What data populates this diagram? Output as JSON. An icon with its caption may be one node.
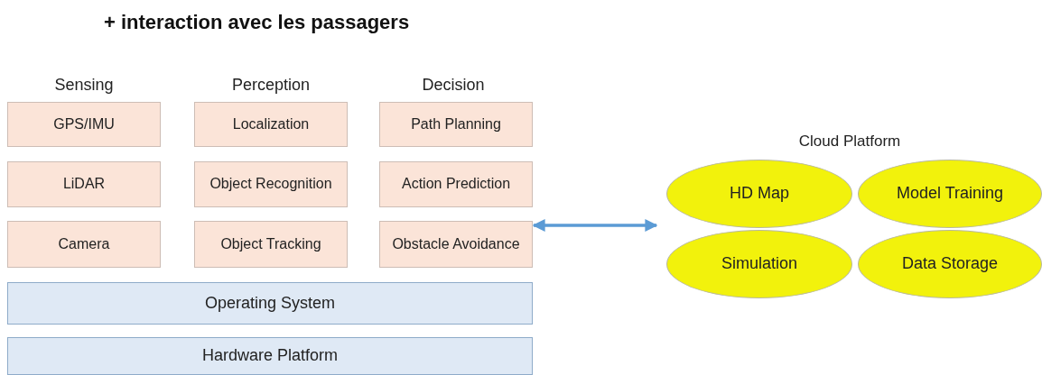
{
  "diagram": {
    "title": "+ interaction avec les passagers",
    "nodes": [
      {
        "text": [
          "GPS/IMU"
        ]
      },
      {
        "text": [
          "Localization"
        ]
      },
      {
        "text": [
          "Path Planning"
        ]
      },
      {
        "text": [
          "LiDAR"
        ]
      },
      {
        "text": [
          "Object Recognition"
        ]
      },
      {
        "text": [
          "Action Prediction"
        ]
      },
      {
        "text": [
          "Camera"
        ]
      },
      {
        "text": [
          "Object Tracking"
        ]
      },
      {
        "text": [
          "Obstacle Avoidance"
        ]
      },
      {
        "text": [
          "Operating System"
        ]
      },
      {
        "text": [
          "Hardware Platform"
        ]
      },
      {
        "text": [
          "Cloud Platform"
        ]
      },
      {
        "text": [
          "HD Map"
        ],
        "in": 11
      },
      {
        "text": [
          "Model Training"
        ],
        "in": 11
      },
      {
        "text": [
          "Simulation"
        ],
        "in": 11
      },
      {
        "text": [
          "Data Storage"
        ],
        "in": 11
      }
    ],
    "edges": [
      {
        "from": 8,
        "to": 11,
        "arrow": "both",
        "color": "#5b9bd5"
      }
    ],
    "labels": [
      "Sensing",
      "Perception",
      "Decision"
    ]
  }
}
